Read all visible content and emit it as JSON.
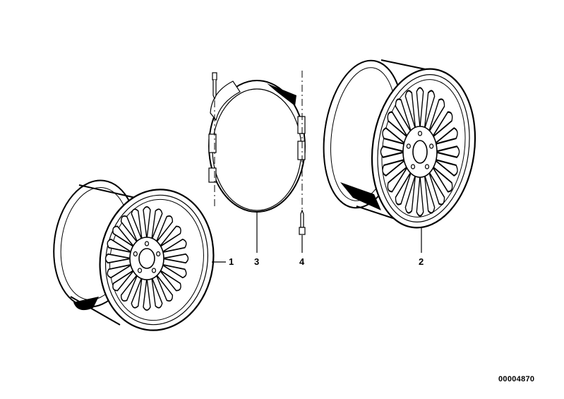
{
  "callouts": {
    "wheel_front": "1",
    "wheel_rear": "2",
    "trim_ring": "3",
    "bolt": "4"
  },
  "document_number": "00004870",
  "colors": {
    "ink": "#000000",
    "paper": "#ffffff"
  }
}
